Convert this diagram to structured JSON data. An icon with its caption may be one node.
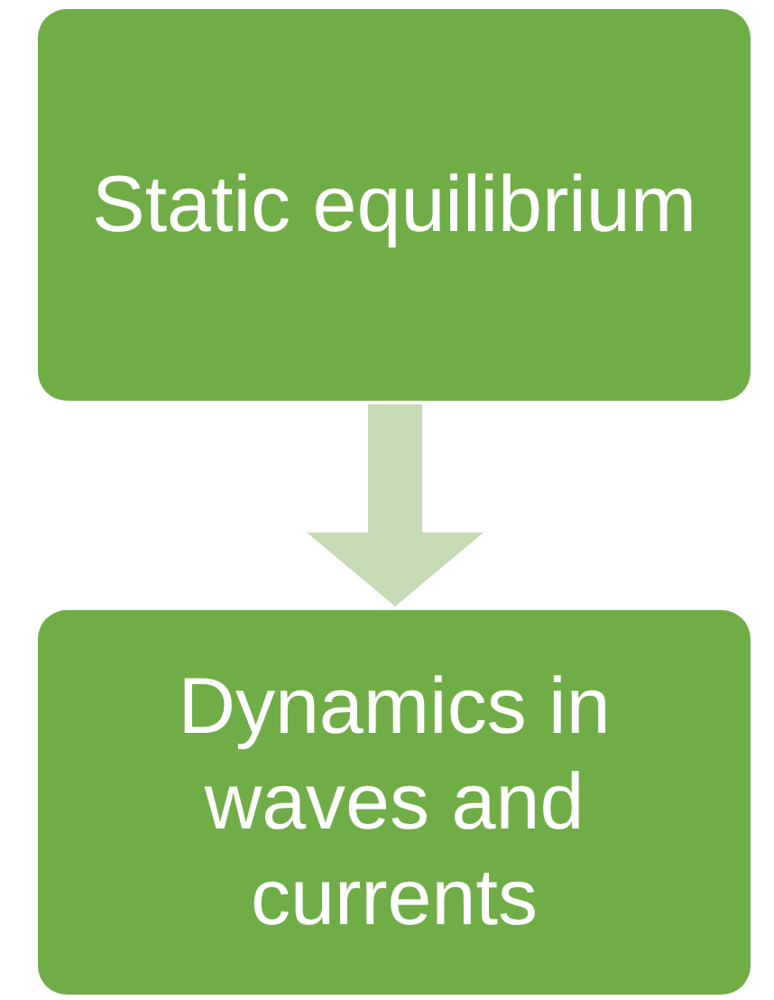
{
  "diagram": {
    "nodes": [
      {
        "text": [
          "Static equilibrium"
        ]
      },
      {
        "text": [
          "Dynamics in waves and currents"
        ]
      }
    ],
    "edges": [
      {
        "from": 0,
        "to": 1,
        "arrow": "to"
      }
    ]
  }
}
